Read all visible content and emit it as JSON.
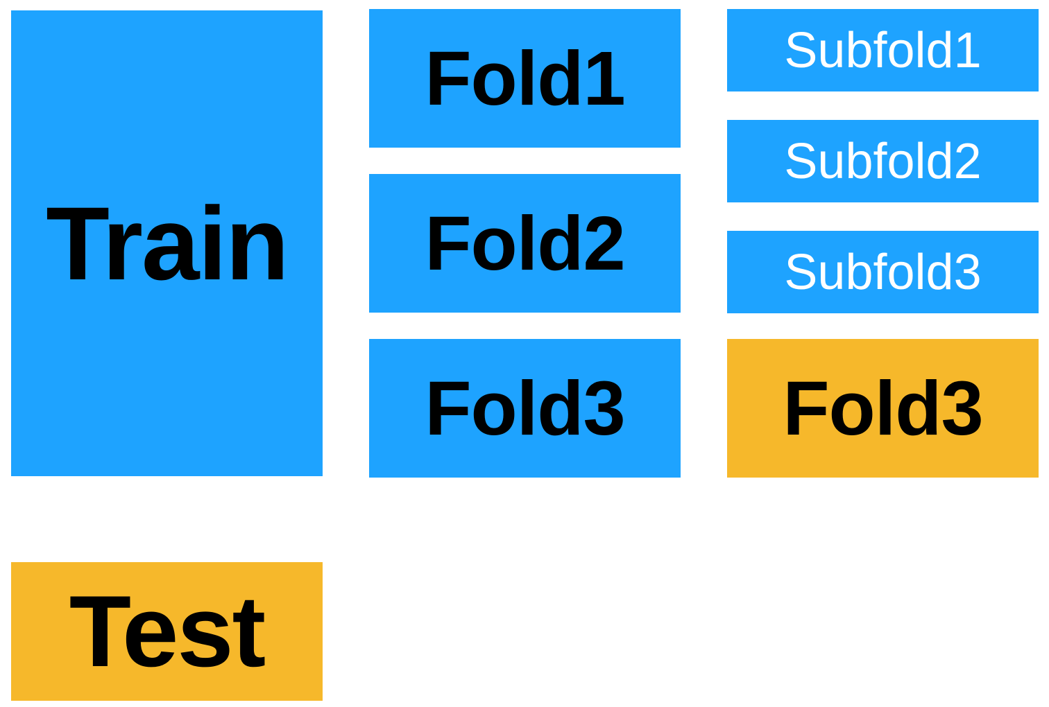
{
  "colors": {
    "blue": "#1ea3ff",
    "orange": "#f6b82b",
    "text_dark": "#000000",
    "text_light": "#ffffff"
  },
  "left_column": {
    "train_label": "Train",
    "test_label": "Test"
  },
  "middle_column": {
    "folds": [
      "Fold1",
      "Fold2",
      "Fold3"
    ]
  },
  "right_column": {
    "subfolds": [
      "Subfold1",
      "Subfold2",
      "Subfold3"
    ],
    "holdout_label": "Fold3"
  }
}
